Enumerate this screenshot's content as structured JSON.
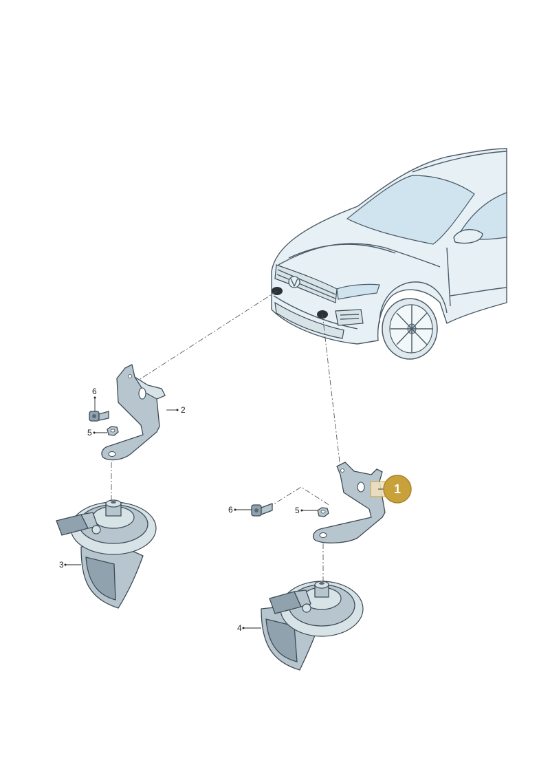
{
  "labels": {
    "part_2": "2",
    "part_3": "3",
    "part_4": "4",
    "part_5_left": "5",
    "part_5_right": "5",
    "part_6_left": "6",
    "part_6_right": "6"
  },
  "callout": {
    "number": "1",
    "color": "#c9a13b"
  }
}
